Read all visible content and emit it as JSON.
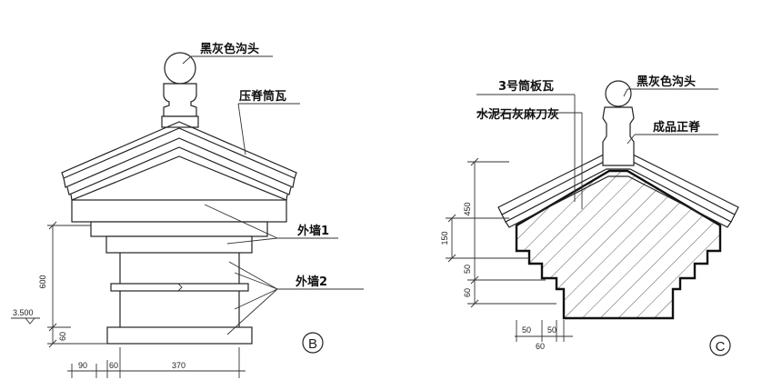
{
  "labels_b": {
    "cap_tile": "黑灰色沟头",
    "pressed_tile": "压脊筒瓦",
    "outer_wall_1": "外墙1",
    "outer_wall_2": "外墙2"
  },
  "labels_c": {
    "tile_no3": "3号筒板瓦",
    "plaster": "水泥石灰麻刀灰",
    "cap_tile": "黑灰色沟头",
    "ridge": "成品正脊"
  },
  "dims_b": {
    "height": "600",
    "level": "3.500",
    "small": "60",
    "w1": "90",
    "w2": "60",
    "w3": "370"
  },
  "dims_c": {
    "height": "450",
    "h1": "150",
    "h2": "50",
    "h3": "60",
    "w1": "50",
    "w2": "50",
    "w3": "60"
  },
  "markers": {
    "b": "B",
    "c": "C"
  }
}
